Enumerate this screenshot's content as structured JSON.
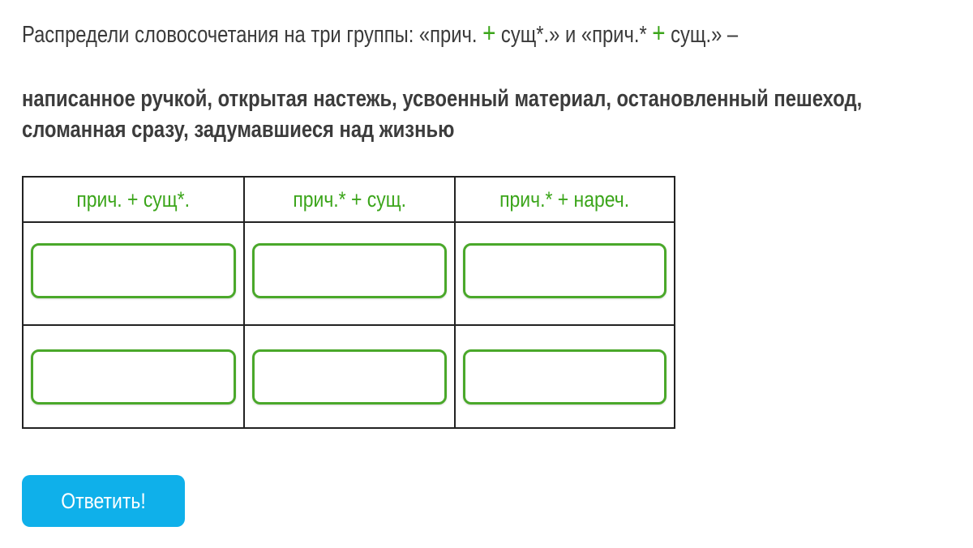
{
  "task": {
    "part1": "Распредели словосочетания на три группы: «прич.",
    "plus": "+",
    "part2": "сущ*.» и «прич.*",
    "part3": "сущ.» –"
  },
  "words": {
    "line1": "написанное ручкой, открытая настежь, усвоенный материал, остановленный пешеход,",
    "line2": "сломанная сразу, задумавшиеся над жизнью"
  },
  "table": {
    "headers": [
      "прич. + сущ*.",
      "прич.* + сущ.",
      "прич.* + нареч."
    ]
  },
  "colors": {
    "accent": "#3ba51a",
    "button": "#0fb0ea"
  },
  "button": {
    "label": "Ответить!"
  }
}
